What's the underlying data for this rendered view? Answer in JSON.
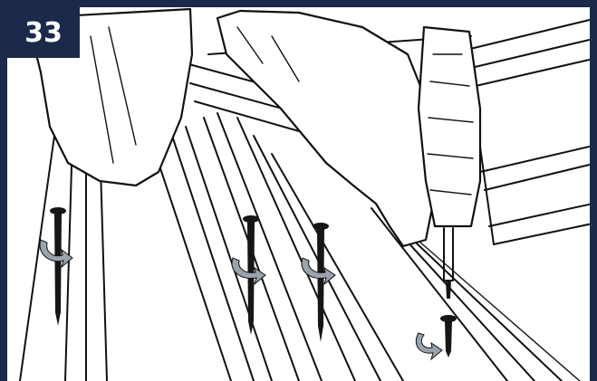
{
  "step": {
    "number": "33"
  },
  "colors": {
    "badge_bg": "#1b2a4a",
    "badge_text": "#ffffff",
    "rotation_arrow": "#9aa3ad",
    "line": "#111111"
  },
  "illustration": {
    "subject": "hand-holding-screwdriver",
    "screws": [
      {
        "id": "screw-1",
        "rotation_arrow": "clockwise"
      },
      {
        "id": "screw-2",
        "rotation_arrow": "clockwise"
      },
      {
        "id": "screw-3",
        "rotation_arrow": "clockwise"
      },
      {
        "id": "screw-4",
        "rotation_arrow": "clockwise"
      }
    ]
  }
}
